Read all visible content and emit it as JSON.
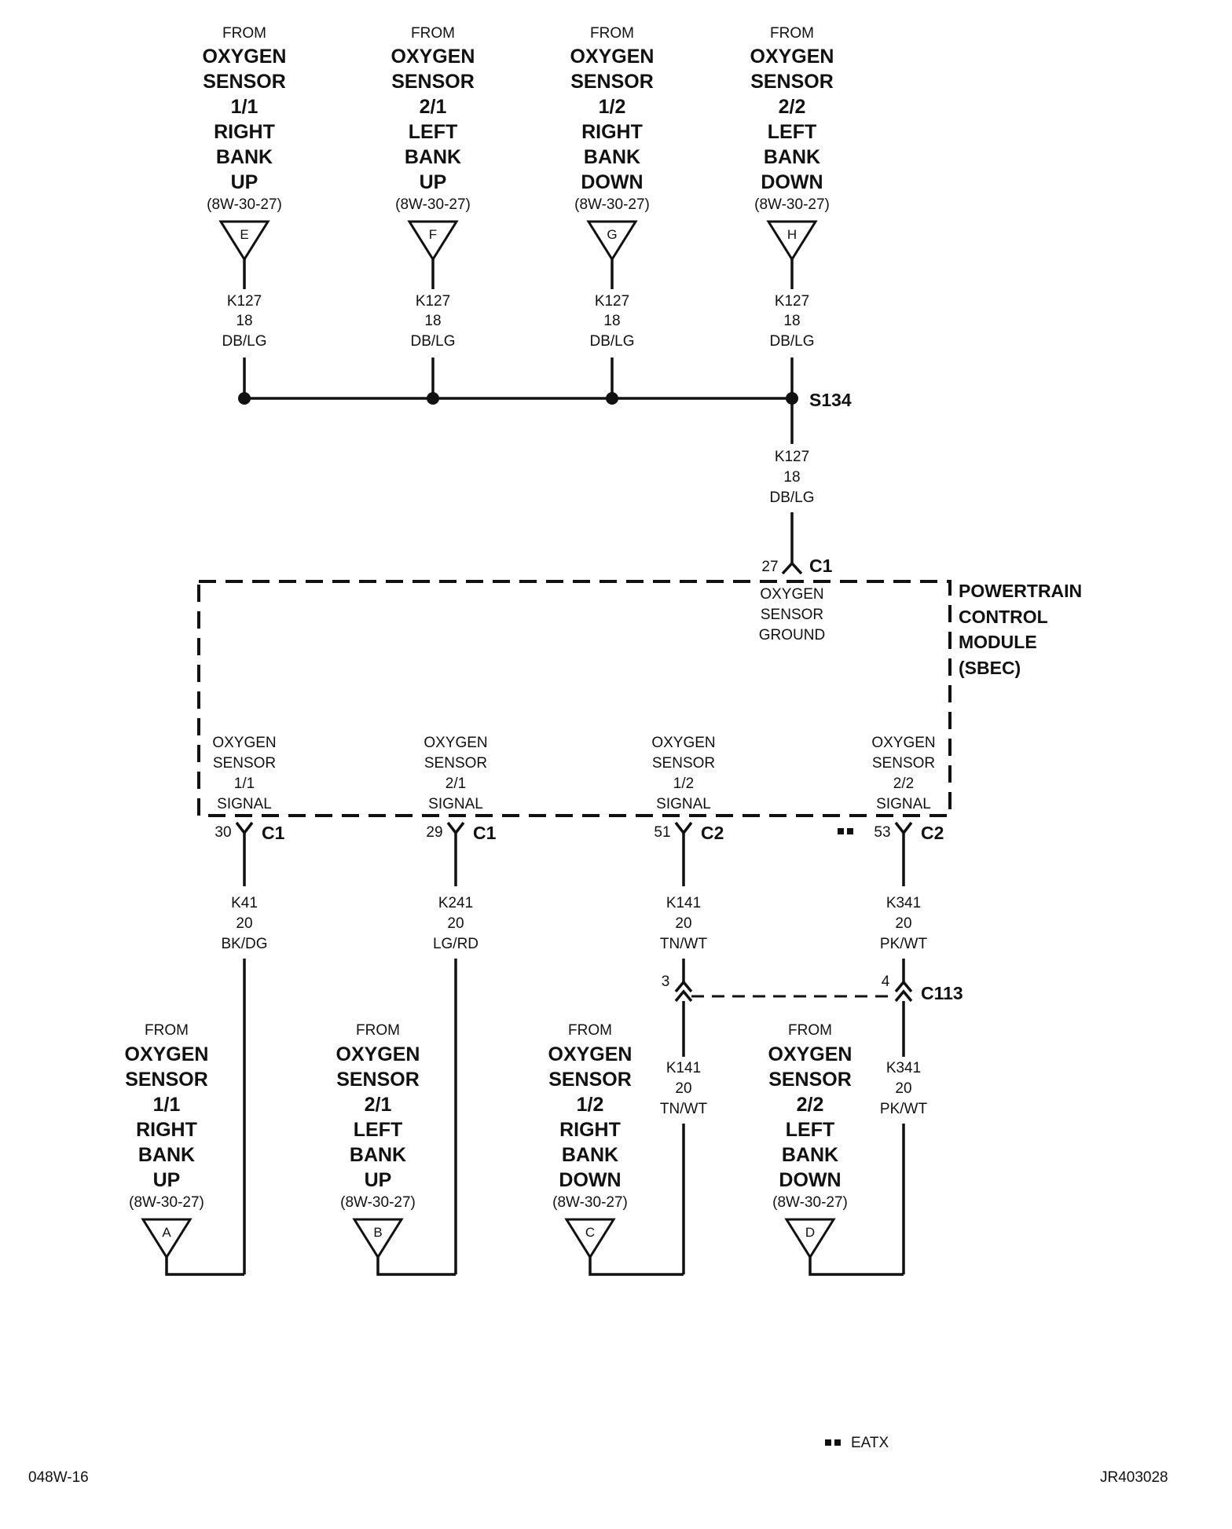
{
  "top_sensors": [
    {
      "from": "FROM",
      "l1": "OXYGEN",
      "l2": "SENSOR",
      "l3": "1/1",
      "l4": "RIGHT",
      "l5": "BANK",
      "l6": "UP",
      "ref": "(8W-30-27)",
      "letter": "E",
      "wire": "K127",
      "gauge": "18",
      "color": "DB/LG"
    },
    {
      "from": "FROM",
      "l1": "OXYGEN",
      "l2": "SENSOR",
      "l3": "2/1",
      "l4": "LEFT",
      "l5": "BANK",
      "l6": "UP",
      "ref": "(8W-30-27)",
      "letter": "F",
      "wire": "K127",
      "gauge": "18",
      "color": "DB/LG"
    },
    {
      "from": "FROM",
      "l1": "OXYGEN",
      "l2": "SENSOR",
      "l3": "1/2",
      "l4": "RIGHT",
      "l5": "BANK",
      "l6": "DOWN",
      "ref": "(8W-30-27)",
      "letter": "G",
      "wire": "K127",
      "gauge": "18",
      "color": "DB/LG"
    },
    {
      "from": "FROM",
      "l1": "OXYGEN",
      "l2": "SENSOR",
      "l3": "2/2",
      "l4": "LEFT",
      "l5": "BANK",
      "l6": "DOWN",
      "ref": "(8W-30-27)",
      "letter": "H",
      "wire": "K127",
      "gauge": "18",
      "color": "DB/LG"
    }
  ],
  "splice": {
    "label": "S134"
  },
  "ground_wire": {
    "wire": "K127",
    "gauge": "18",
    "color": "DB/LG"
  },
  "ground_pin": {
    "pin": "27",
    "connector": "C1",
    "l1": "OXYGEN",
    "l2": "SENSOR",
    "l3": "GROUND"
  },
  "module": {
    "l1": "POWERTRAIN",
    "l2": "CONTROL",
    "l3": "MODULE",
    "l4": "(SBEC)"
  },
  "signals": [
    {
      "l1": "OXYGEN",
      "l2": "SENSOR",
      "l3": "1/1",
      "l4": "SIGNAL",
      "pin": "30",
      "connector": "C1",
      "wire": "K41",
      "gauge": "20",
      "color": "BK/DG"
    },
    {
      "l1": "OXYGEN",
      "l2": "SENSOR",
      "l3": "2/1",
      "l4": "SIGNAL",
      "pin": "29",
      "connector": "C1",
      "wire": "K241",
      "gauge": "20",
      "color": "LG/RD"
    },
    {
      "l1": "OXYGEN",
      "l2": "SENSOR",
      "l3": "1/2",
      "l4": "SIGNAL",
      "pin": "51",
      "connector": "C2",
      "wire": "K141",
      "gauge": "20",
      "color": "TN/WT"
    },
    {
      "l1": "OXYGEN",
      "l2": "SENSOR",
      "l3": "2/2",
      "l4": "SIGNAL",
      "pin": "53",
      "connector": "C2",
      "wire": "K341",
      "gauge": "20",
      "color": "PK/WT"
    }
  ],
  "c113": {
    "label": "C113",
    "pin_a": "3",
    "pin_b": "4"
  },
  "lower_wires": [
    {
      "wire": "K141",
      "gauge": "20",
      "color": "TN/WT"
    },
    {
      "wire": "K341",
      "gauge": "20",
      "color": "PK/WT"
    }
  ],
  "bottom_sensors": [
    {
      "from": "FROM",
      "l1": "OXYGEN",
      "l2": "SENSOR",
      "l3": "1/1",
      "l4": "RIGHT",
      "l5": "BANK",
      "l6": "UP",
      "ref": "(8W-30-27)",
      "letter": "A"
    },
    {
      "from": "FROM",
      "l1": "OXYGEN",
      "l2": "SENSOR",
      "l3": "2/1",
      "l4": "LEFT",
      "l5": "BANK",
      "l6": "UP",
      "ref": "(8W-30-27)",
      "letter": "B"
    },
    {
      "from": "FROM",
      "l1": "OXYGEN",
      "l2": "SENSOR",
      "l3": "1/2",
      "l4": "RIGHT",
      "l5": "BANK",
      "l6": "DOWN",
      "ref": "(8W-30-27)",
      "letter": "C"
    },
    {
      "from": "FROM",
      "l1": "OXYGEN",
      "l2": "SENSOR",
      "l3": "2/2",
      "l4": "LEFT",
      "l5": "BANK",
      "l6": "DOWN",
      "ref": "(8W-30-27)",
      "letter": "D"
    }
  ],
  "legend": {
    "text": "EATX"
  },
  "footer": {
    "left": "048W-16",
    "right": "JR403028"
  }
}
